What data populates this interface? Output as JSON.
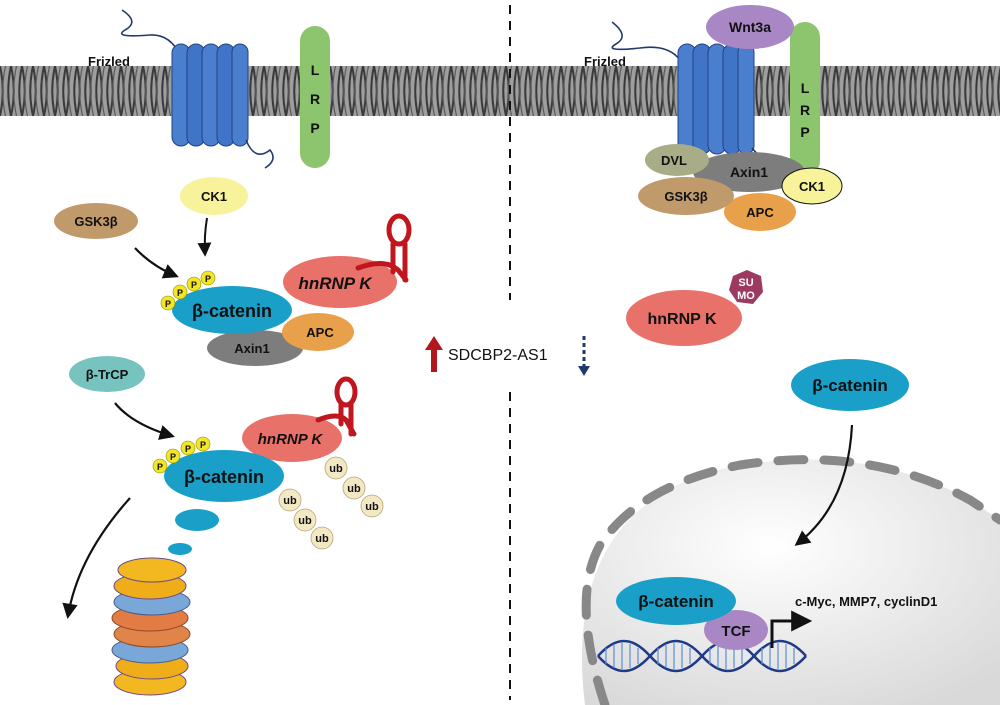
{
  "left": {
    "frizzled_label": "Frizled",
    "lrp_letters": [
      "L",
      "R",
      "P"
    ],
    "gsk3b": "GSK3β",
    "ck1": "CK1",
    "hnrnpk_1": "hnRNP K",
    "beta_catenin_1": "β-catenin",
    "apc": "APC",
    "axin1": "Axin1",
    "phospho": "P",
    "btrcp": "β-TrCP",
    "hnrnpk_2": "hnRNP K",
    "beta_catenin_2": "β-catenin",
    "ub": "ub"
  },
  "center": {
    "lncrna": "SDCBP2-AS1"
  },
  "right": {
    "frizzled_label": "Frizled",
    "wnt3a": "Wnt3a",
    "lrp_letters": [
      "L",
      "R",
      "P"
    ],
    "dvl": "DVL",
    "axin1": "Axin1",
    "gsk3b": "GSK3β",
    "ck1": "CK1",
    "apc": "APC",
    "hnrnpk": "hnRNP K",
    "sumo_top": "SU",
    "sumo_bottom": "MO",
    "beta_catenin_cyto": "β-catenin",
    "beta_catenin_nuc": "β-catenin",
    "tcf": "TCF",
    "targets": "c-Myc, MMP7, cyclinD1"
  },
  "colors": {
    "frizzled": "#4a7fd0",
    "lrp": "#8dc46e",
    "beta_catenin": "#1aa0c8",
    "hnrnpk": "#e8716a",
    "apc": "#e9a04a",
    "axin1": "#7d7d7d",
    "gsk3b": "#c09a6a",
    "ck1": "#f8f29a",
    "btrcp": "#77c3c0",
    "wnt3a": "#a887c4",
    "dvl": "#a8ad88",
    "sumo": "#9c3a62",
    "phospho": "#f2e626",
    "ub": "#f2e8c4",
    "rna": "#c0161e"
  }
}
